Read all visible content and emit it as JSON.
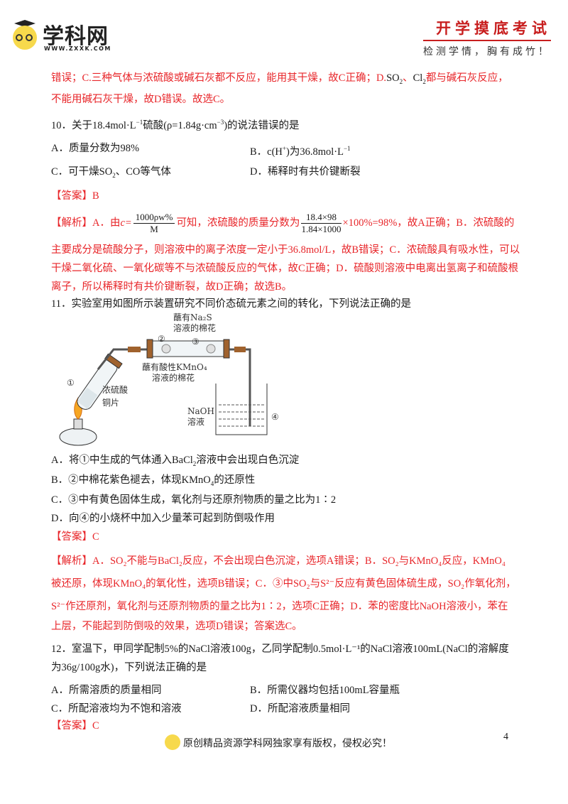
{
  "header": {
    "logo_text": "学科网",
    "logo_url": "WWW.ZXXK.COM",
    "brand_title": "开学摸底考试",
    "brand_subtitle": "检测学情，胸有成竹！"
  },
  "q9_tail": {
    "line1_a": "错误；C.三种气体与浓硫酸或碱石灰都不反应，能用其干燥，故C正确；D.",
    "line1_b": "SO",
    "line1_b_sub": "2",
    "line1_c": "、",
    "line1_d": "Cl",
    "line1_d_sub": "2",
    "line1_e": "都与碱石灰反应，",
    "line2": "不能用碱石灰干燥，故D错误。故选C。"
  },
  "q10": {
    "stem_a": "10．关于",
    "stem_b": "18.4mol·L",
    "stem_b_sup": "−1",
    "stem_c": "硫酸",
    "stem_d": "(ρ=1.84g·cm",
    "stem_d_sup": "−3",
    "stem_e": ")",
    "stem_f": "的说法错误的是",
    "options": {
      "A": "A．质量分数为98%",
      "B_a": "B．",
      "B_b": "c(H",
      "B_b_sup": "+",
      "B_c": ")",
      "B_d": "为",
      "B_e": "36.8mol·L",
      "B_e_sup": "−1",
      "C_a": "C．可干燥",
      "C_b": "SO",
      "C_b_sub": "2",
      "C_c": "、",
      "C_d": "CO",
      "C_e": "等气体",
      "D": "D．稀释时有共价键断裂"
    },
    "answer_label": "【答案】",
    "answer": "B",
    "analysis_label": "【解析】",
    "analysis_1a": "A．由",
    "analysis_1b": "c=",
    "frac1_num": "1000ρw%",
    "frac1_den": "M",
    "analysis_1c": "可知，浓硫酸的质量分数为",
    "frac2_num": "18.4×98",
    "frac2_den": "1.84×1000",
    "analysis_1d": "×100%=98%，故A正确；B．浓硫酸的",
    "analysis_2": "主要成分是硫酸分子，则溶液中的离子浓度一定小于36.8mol/L，故B错误；C．浓硫酸具有吸水性，可以",
    "analysis_3": "干燥二氧化硫、一氧化碳等不与浓硫酸反应的气体，故C正确；D．硫酸则溶液中电离出氢离子和硫酸根",
    "analysis_4": "离子，所以稀释时有共价键断裂，故D正确；故选B。"
  },
  "q11": {
    "stem": "11．实验室用如图所示装置研究不同价态硫元素之间的转化，下列说法正确的是",
    "figure": {
      "label_na2s_1": "蘸有Na₂S",
      "label_na2s_2": "溶液的棉花",
      "label_kmno4_1": "蘸有酸性KMnO₄",
      "label_kmno4_2": "溶液的棉花",
      "label_conc_acid": "浓硫酸",
      "label_copper": "铜片",
      "label_naoh_1": "NaOH",
      "label_naoh_2": "溶液",
      "mark_1": "①",
      "mark_2": "②",
      "mark_3": "③",
      "mark_4": "④"
    },
    "options": {
      "A_a": "A．将①中生成的气体通入",
      "A_b": "BaCl",
      "A_b_sub": "2",
      "A_c": "溶液中会出现白色沉淀",
      "B_a": "B．②中棉花紫色褪去，体现",
      "B_b": "KMnO",
      "B_b_sub": "4",
      "B_c": "的还原性",
      "C": "C．③中有黄色固体生成，氧化剂与还原剂物质的量之比为1∶2",
      "D": "D．向④的小烧杯中加入少量苯可起到防倒吸作用"
    },
    "answer_label": "【答案】",
    "answer": "C",
    "analysis_label": "【解析】",
    "analysis_1": "A．SO₂不能与BaCl₂反应，不会出现白色沉淀，选项A错误；B．SO₂与KMnO₄反应，KMnO₄",
    "analysis_2": "被还原，体现KMnO₄的氧化性，选项B错误；C．③中SO₂与S²⁻反应有黄色固体硫生成，SO₂作氧化剂，",
    "analysis_3": "S²⁻作还原剂，氧化剂与还原剂物质的量之比为1∶2，选项C正确；D．苯的密度比NaOH溶液小，苯在",
    "analysis_4": "上层，不能起到防倒吸的效果，选项D错误；答案选C。"
  },
  "q12": {
    "stem_1": "12．室温下，甲同学配制5%的NaCl溶液100g，乙同学配制0.5mol·L⁻¹的NaCl溶液100mL(NaCl的溶解度",
    "stem_2": "为36g/100g水)，下列说法正确的是",
    "options": {
      "A": "A．所需溶质的质量相同",
      "B": "B．所需仪器均包括100mL容量瓶",
      "C": "C．所配溶液均为不饱和溶液",
      "D": "D．所配溶液质量相同"
    },
    "answer_label": "【答案】",
    "answer": "C"
  },
  "footer": {
    "copyright": "原创精品资源学科网独家享有版权，侵权必究！",
    "page_number": "4"
  }
}
